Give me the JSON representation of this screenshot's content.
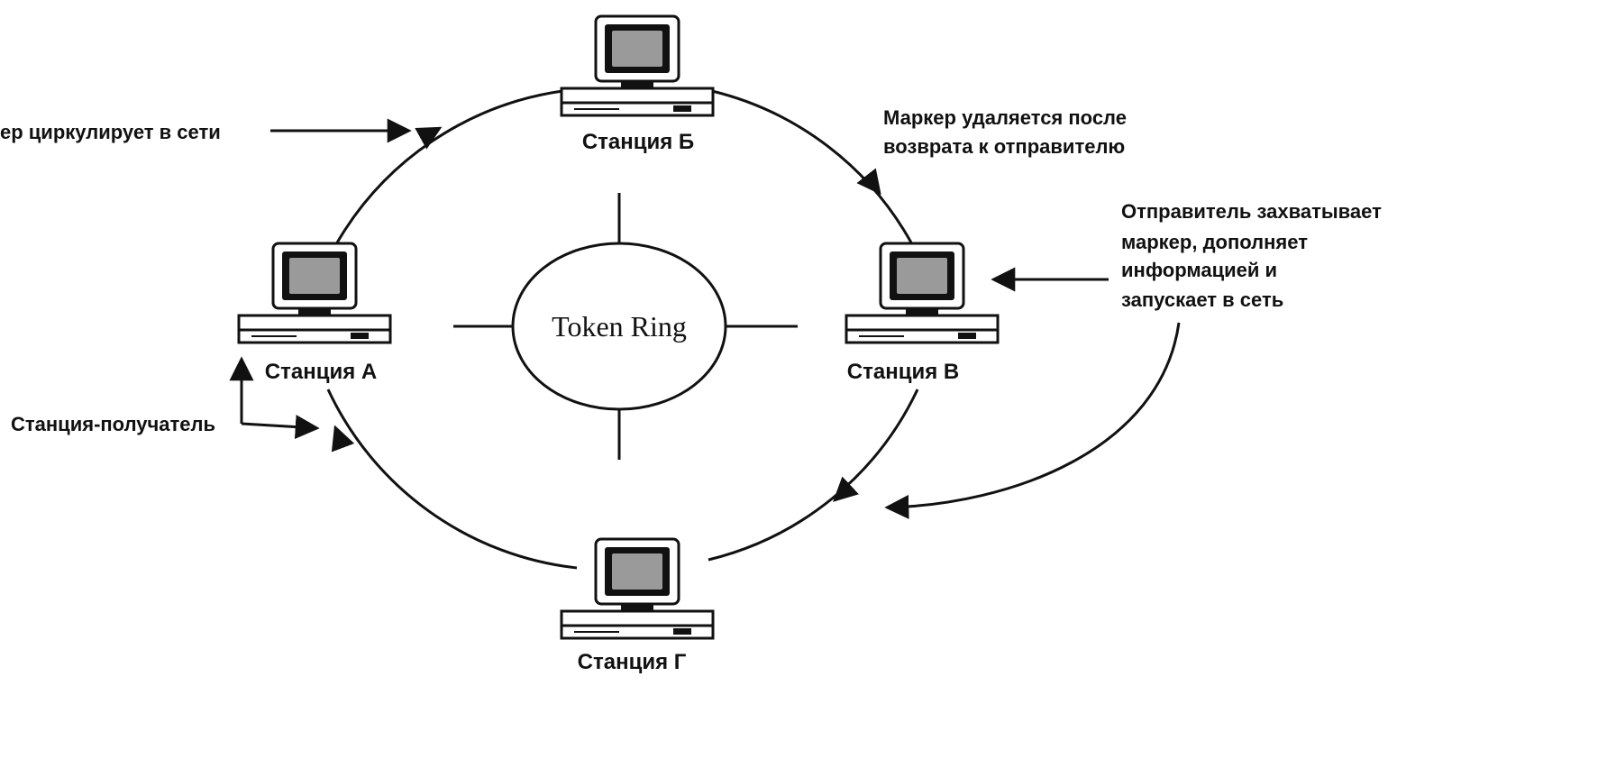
{
  "center": {
    "label": "Token Ring"
  },
  "stations": [
    {
      "id": "a",
      "label": "Станция А"
    },
    {
      "id": "b",
      "label": "Станция Б"
    },
    {
      "id": "v",
      "label": "Станция В"
    },
    {
      "id": "g",
      "label": "Станция Г"
    }
  ],
  "annotations": {
    "circulates": "ер циркулирует в сети",
    "removed": [
      "Маркер удаляется после",
      "возврата к отправителю"
    ],
    "sender": [
      "Отправитель захватывает",
      "маркер, дополняет",
      "информацией и",
      "запускает в сеть"
    ],
    "receiver": "Станция-получатель"
  },
  "colors": {
    "ink": "#111111",
    "background": "#ffffff",
    "screen": "#9a9a9a"
  },
  "icons": {
    "station": "computer-workstation-icon"
  }
}
